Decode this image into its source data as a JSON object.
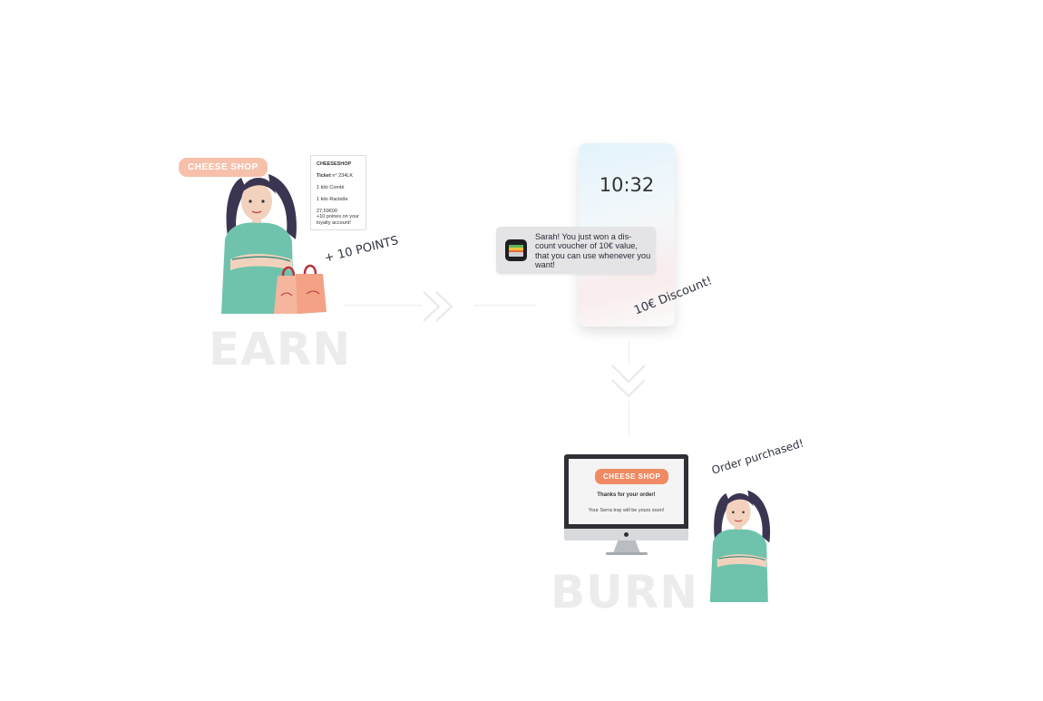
{
  "earn": {
    "label": "EARN",
    "shop_badge": "CHEESE SHOP",
    "points_tag": "+ 10 POINTS",
    "receipt": {
      "shop": "CHEESESHOP",
      "ticket_label": "Ticket",
      "ticket_no": "n° 234LK",
      "item1": "1 kilo Comté",
      "item2": "1 kilo Raclette",
      "total": "27,59€00",
      "note": "+10 poines on your loyalty account!"
    }
  },
  "phone": {
    "time": "10:32",
    "notification": "Sarah! You just won a dis-count voucher of  10€ value, that you can use whenever you want!",
    "discount_tag": "10€ Discount!"
  },
  "burn": {
    "label": "BURN",
    "order_tag": "Order purchased!",
    "screen": {
      "shop_badge": "CHEESE SHOP",
      "title": "Thanks for your order!",
      "message": "Your Serra tray will be yours soon!"
    }
  },
  "colors": {
    "accent": "#f08a63",
    "badge_light": "#f6c0ab",
    "outfit": "#6fc3ac",
    "hair": "#3c3552",
    "label_gray": "#ececec"
  }
}
